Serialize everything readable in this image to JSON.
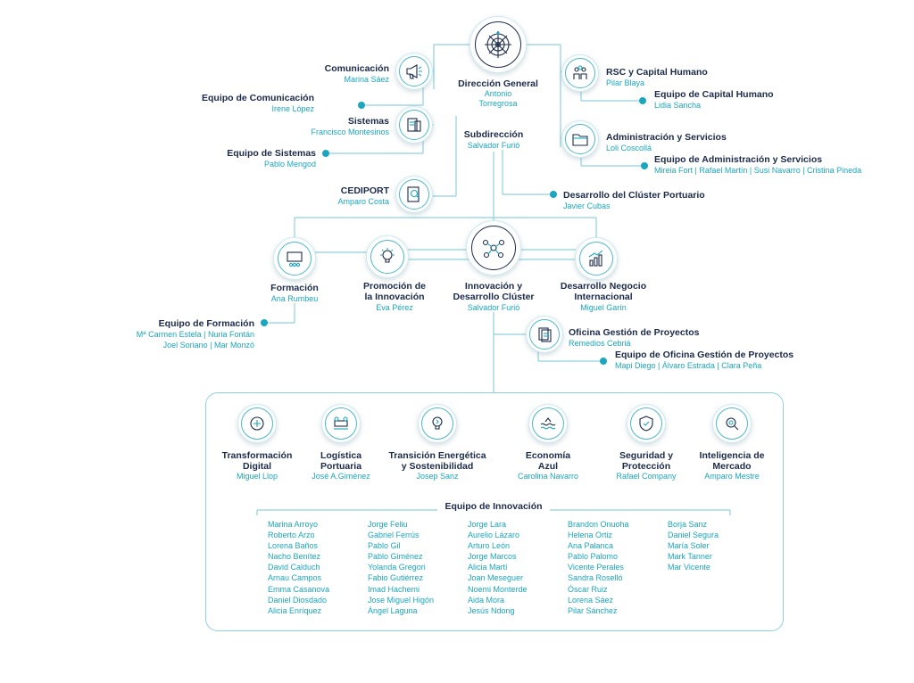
{
  "top": {
    "direccion": {
      "title": "Dirección General",
      "name1": "Antonio",
      "name2": "Torregrosa"
    },
    "subdireccion": {
      "title": "Subdirección",
      "name": "Salvador Furió"
    }
  },
  "left": {
    "comunicacion": {
      "title": "Comunicación",
      "name": "Marina Sáez"
    },
    "equipo_comunicacion": {
      "title": "Equipo de Comunicación",
      "name": "Irene López"
    },
    "sistemas": {
      "title": "Sistemas",
      "name": "Francisco Montesinos"
    },
    "equipo_sistemas": {
      "title": "Equipo de Sistemas",
      "name": "Pablo Mengod"
    },
    "cediport": {
      "title": "CEDIPORT",
      "name": "Amparo Costa"
    }
  },
  "right": {
    "rsc": {
      "title": "RSC y Capital Humano",
      "name": "Pilar Blaya"
    },
    "equipo_capital": {
      "title": "Equipo de Capital Humano",
      "name": "Lidia Sancha"
    },
    "administracion": {
      "title": "Administración y Servicios",
      "name": "Loli Coscollá"
    },
    "equipo_admin": {
      "title": "Equipo de Administración y Servicios",
      "name": "Mireia Fort  |  Rafael Martín  |  Susi Navarro  |  Cristina Pineda"
    },
    "desarrollo_cluster": {
      "title": "Desarrollo del  Clúster Portuario",
      "name": "Javier Cubas"
    }
  },
  "middle": {
    "formacion": {
      "title": "Formación",
      "name": "Ana Rumbeu"
    },
    "promocion": {
      "title1": "Promoción de",
      "title2": "la Innovación",
      "name": "Eva Pérez"
    },
    "innovacion": {
      "title1": "Innovación y",
      "title2": "Desarrollo Clúster",
      "name": "Salvador Furió"
    },
    "negocio": {
      "title1": "Desarrollo Negocio",
      "title2": "Internacional",
      "name": "Miguel Garín"
    },
    "equipo_formacion": {
      "title": "Equipo de Formación",
      "line1": "Mª Carmen Estela  |  Nuria Fontán",
      "line2": "Joel Soriano  |  Mar Monzó"
    },
    "oficina": {
      "title": "Oficina Gestión de Proyectos",
      "name": "Remedios Cebriá"
    },
    "equipo_oficina": {
      "title": "Equipo de Oficina Gestión de Proyectos",
      "name": "Mapi Diego  |  Álvaro Estrada  |  Clara Peña"
    }
  },
  "areas": [
    {
      "title1": "Transformación",
      "title2": "Digital",
      "name": "Miguel Llop",
      "icon": "digital-transformation-icon"
    },
    {
      "title1": "Logística",
      "title2": "Portuaria",
      "name": "José A.Giménez",
      "icon": "logistics-icon"
    },
    {
      "title1": "Transición Energética",
      "title2": "y Sostenibilidad",
      "name": "Josep Sanz",
      "icon": "energy-icon"
    },
    {
      "title1": "Economía",
      "title2": "Azul",
      "name": "Carolina Navarro",
      "icon": "blue-economy-icon"
    },
    {
      "title1": "Seguridad y",
      "title2": "Protección",
      "name": "Rafael Company",
      "icon": "security-icon"
    },
    {
      "title1": "Inteligencia de",
      "title2": "Mercado",
      "name": "Amparo Mestre",
      "icon": "market-intelligence-icon"
    }
  ],
  "team": {
    "title": "Equipo de Innovación",
    "columns": [
      [
        "Marina Arroyo",
        "Roberto Arzo",
        "Lorena Baños",
        "Nacho Benítez",
        "David Calduch",
        "Arnau Campos",
        "Emma Casanova",
        "Daniel Diosdado",
        "Alicia Enríquez"
      ],
      [
        "Jorge Feliu",
        "Gabriel Ferrús",
        "Pablo Gil",
        "Pablo Giménez",
        "Yolanda Gregori",
        "Fabio Gutiérrez",
        "Imad Hachemi",
        "Jose Miguel Higón",
        "Ángel Laguna"
      ],
      [
        "Jorge Lara",
        "Aurelio Lázaro",
        "Arturo León",
        "Jorge Marcos",
        "Alicia Martí",
        "Joan Meseguer",
        "Noemi Monterde",
        "Aida Mora",
        "Jesús Ndong"
      ],
      [
        "Brandon Onuoha",
        "Helena Ortiz",
        "Ana Palanca",
        "Pablo Palomo",
        "Vicente Perales",
        "Sandra Roselló",
        "Óscar Ruiz",
        "Lorena Sáez",
        "Pilar Sánchez"
      ],
      [
        "Borja Sanz",
        "Daniel Segura",
        "María Soler",
        "Mark Tanner",
        "Mar Vicente"
      ]
    ]
  },
  "colors": {
    "navy": "#1b2a49",
    "teal": "#1aa6bd",
    "line": "#8fd0dd"
  }
}
